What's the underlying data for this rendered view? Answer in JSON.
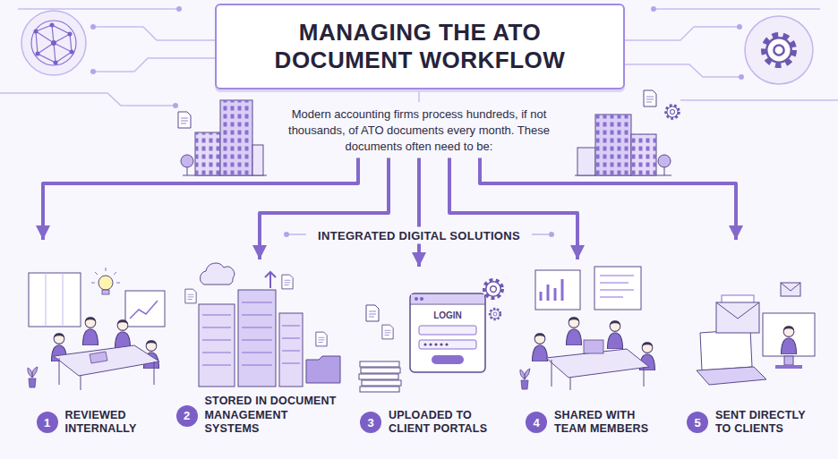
{
  "diagram": {
    "title": "MANAGING THE ATO DOCUMENT WORKFLOW",
    "nodes": [
      {
        "text": [
          "Modern accounting firms process hundreds, if not thousands, of ATO documents every month. These documents often need to be:"
        ]
      },
      {
        "text": [
          "1",
          "REVIEWED INTERNALLY"
        ]
      },
      {
        "text": [
          "2",
          "STORED IN DOCUMENT MANAGEMENT SYSTEMS"
        ]
      },
      {
        "text": [
          "3",
          "UPLOADED TO CLIENT PORTALS"
        ]
      },
      {
        "text": [
          "4",
          "SHARED WITH TEAM MEMBERS"
        ]
      },
      {
        "text": [
          "5",
          "SENT DIRECTLY TO CLIENTS"
        ]
      }
    ],
    "edges": [
      {
        "from": 0,
        "to": 1,
        "arrow": "to"
      },
      {
        "from": 0,
        "to": 2,
        "arrow": "to"
      },
      {
        "from": 0,
        "to": 3,
        "arrow": "to"
      },
      {
        "from": 0,
        "to": 4,
        "arrow": "to"
      },
      {
        "from": 0,
        "to": 5,
        "arrow": "to"
      }
    ],
    "labels": [
      "INTEGRATED DIGITAL SOLUTIONS",
      "LOGIN"
    ]
  }
}
